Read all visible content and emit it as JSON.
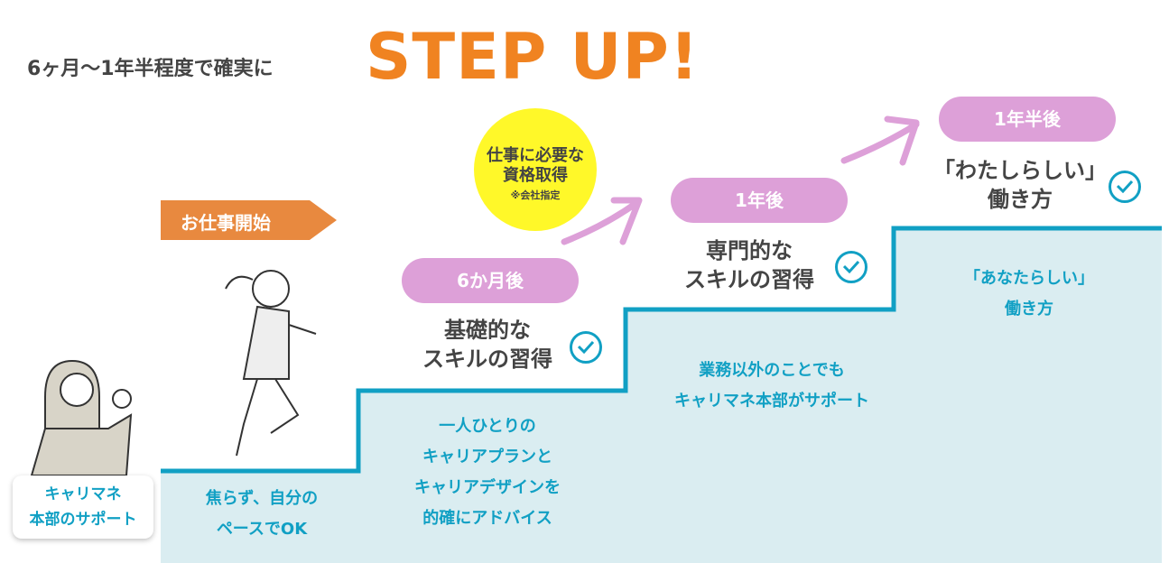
{
  "header": {
    "lead": "6ヶ月〜1年半程度で確実に",
    "highlight": "STEP UP!"
  },
  "start_label": "お仕事開始",
  "badge": {
    "line1": "仕事に必要な",
    "line2": "資格取得",
    "note": "※会社指定"
  },
  "support_box": {
    "line1": "キャリマネ",
    "line2": "本部のサポート"
  },
  "steps": [
    {
      "desc": [
        "焦らず、自分の",
        "ペースでOK"
      ]
    },
    {
      "pill": "6か月後",
      "title": [
        "基礎的な",
        "スキルの習得"
      ],
      "desc": [
        "一人ひとりの",
        "キャリアプランと",
        "キャリアデザインを",
        "的確にアドバイス"
      ]
    },
    {
      "pill": "1年後",
      "title": [
        "専門的な",
        "スキルの習得"
      ],
      "desc": [
        "業務以外のことでも",
        "キャリマネ本部がサポート"
      ]
    },
    {
      "pill": "1年半後",
      "title": [
        "「わたしらしい」",
        "働き方"
      ],
      "desc": [
        "「あなたらしい」",
        "働き方"
      ]
    }
  ],
  "colors": {
    "orange": "#f08321",
    "pink": "#dda0d8",
    "cyan": "#11a0c4",
    "stair_fill": "#daedf1",
    "yellow": "#fff829"
  }
}
